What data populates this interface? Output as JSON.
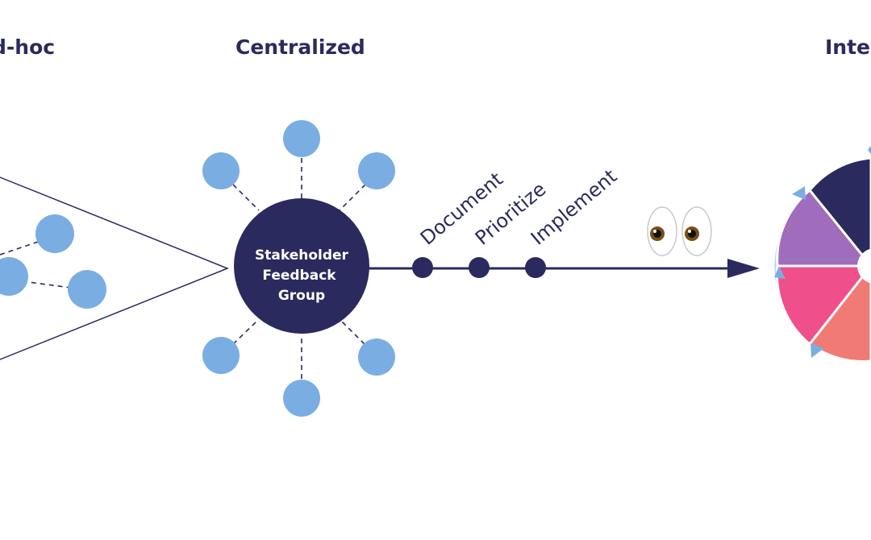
{
  "headings": {
    "adhoc": "d-hoc",
    "centralized": "Centralized",
    "integrated": "Inte"
  },
  "hub": {
    "line1": "Stakeholder",
    "line2": "Feedback",
    "line3": "Group"
  },
  "steps": [
    "Document",
    "Prioritize",
    "Implement"
  ],
  "emoji": "👀",
  "colors": {
    "navy": "#2a2a5e",
    "node_blue": "#7aaee2",
    "ring_blue": "#b8d2ee",
    "purple": "#a06cbc",
    "pink": "#ef4f8b",
    "salmon": "#f27a74",
    "white": "#ffffff"
  }
}
